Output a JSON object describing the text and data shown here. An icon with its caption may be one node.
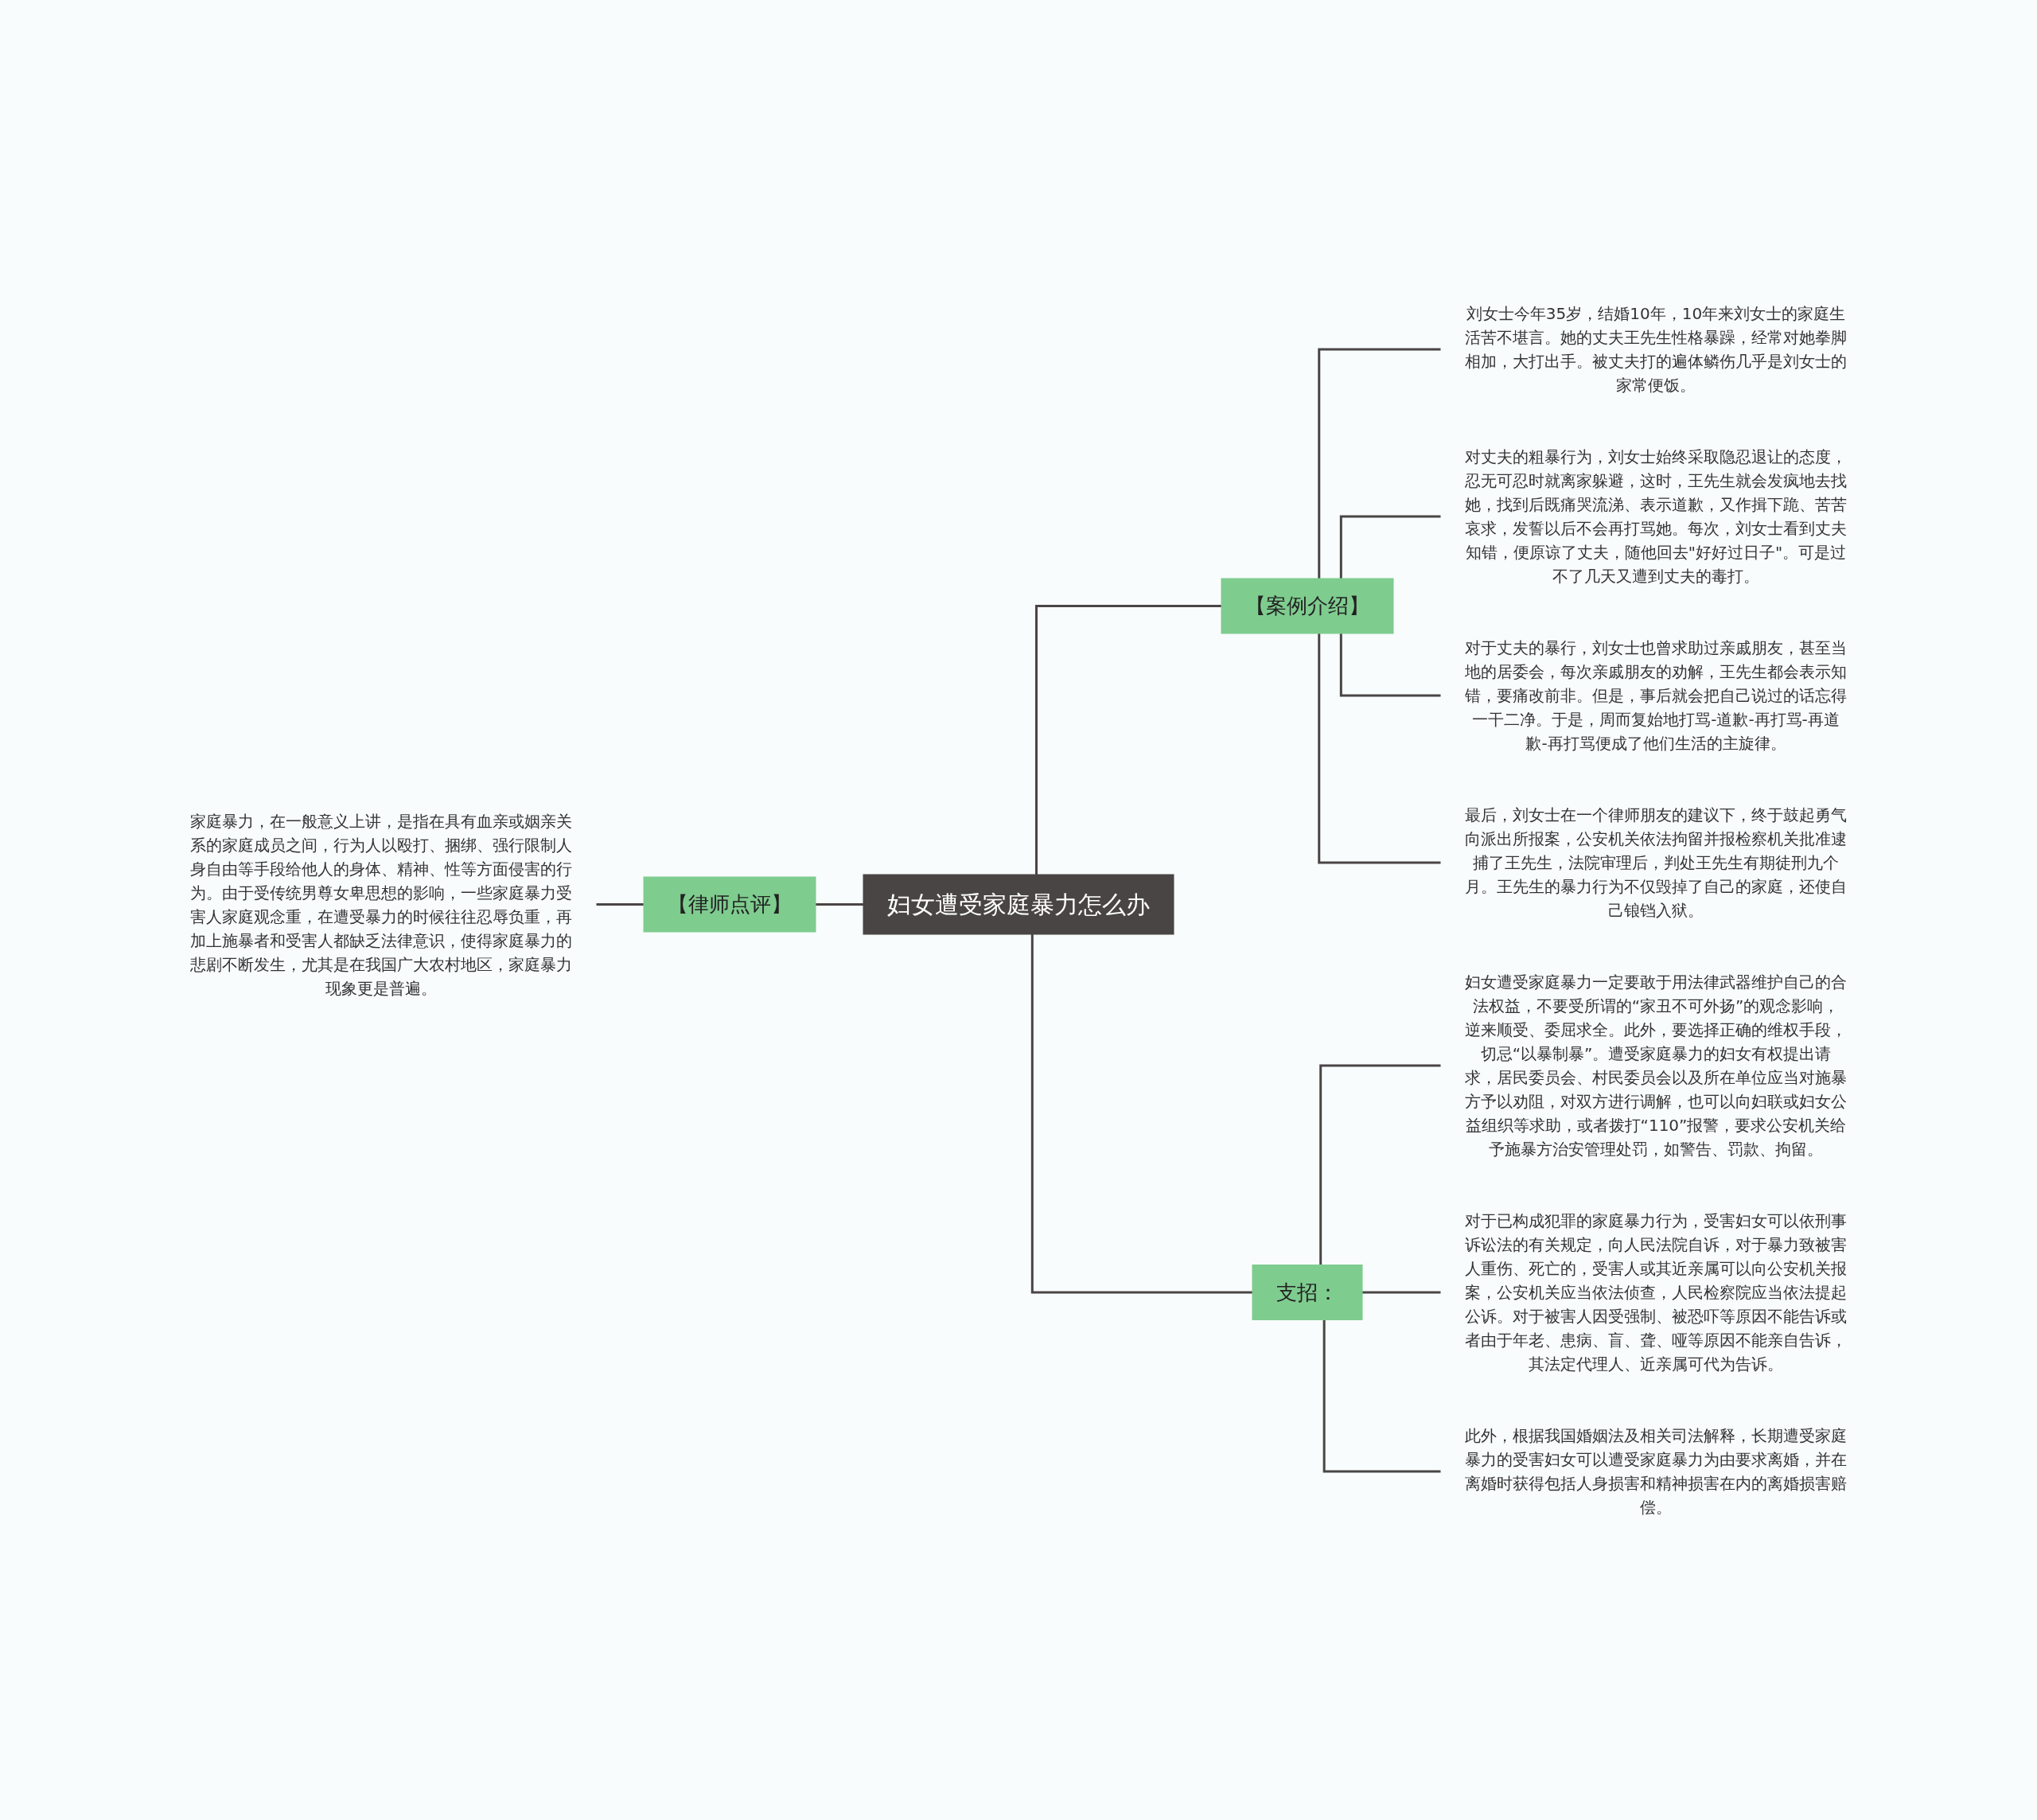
{
  "diagram": {
    "nodes": [
      {
        "text": [
          "妇女遭受家庭暴力怎么办"
        ]
      },
      {
        "text": [
          "【律师点评】"
        ]
      },
      {
        "text": [
          "家庭暴力，在一般意义上讲，是指在具有血亲或姻亲关系的家庭成员之间，行为人以殴打、捆绑、强行限制人身自由等手段给他人的身体、精神、性等方面侵害的行为。由于受传统男尊女卑思想的影响，一些家庭暴力受害人家庭观念重，在遭受暴力的时候往往忍辱负重，再加上施暴者和受害人都缺乏法律意识，使得家庭暴力的悲剧不断发生，尤其是在我国广大农村地区，家庭暴力现象更是普遍。"
        ]
      },
      {
        "text": [
          "【案例介绍】"
        ]
      },
      {
        "text": [
          "刘女士今年35岁，结婚10年，10年来刘女士的家庭生活苦不堪言。她的丈夫王先生性格暴躁，经常对她拳脚相加，大打出手。被丈夫打的遍体鳞伤几乎是刘女士的家常便饭。"
        ]
      },
      {
        "text": [
          "对丈夫的粗暴行为，刘女士始终采取隐忍退让的态度，忍无可忍时就离家躲避，这时，王先生就会发疯地去找她，找到后既痛哭流涕、表示道歉，又作揖下跪、苦苦哀求，发誓以后不会再打骂她。每次，刘女士看到丈夫知错，便原谅了丈夫，随他回去\"好好过日子\"。可是过不了几天又遭到丈夫的毒打。"
        ]
      },
      {
        "text": [
          "对于丈夫的暴行，刘女士也曾求助过亲戚朋友，甚至当地的居委会，每次亲戚朋友的劝解，王先生都会表示知错，要痛改前非。但是，事后就会把自己说过的话忘得一干二净。于是，周而复始地打骂-道歉-再打骂-再道歉-再打骂便成了他们生活的主旋律。"
        ]
      },
      {
        "text": [
          "最后，刘女士在一个律师朋友的建议下，终于鼓起勇气向派出所报案，公安机关依法拘留并报检察机关批准逮捕了王先生，法院审理后，判处王先生有期徒刑九个月。王先生的暴力行为不仅毁掉了自己的家庭，还使自己锒铛入狱。"
        ]
      },
      {
        "text": [
          "支招："
        ]
      },
      {
        "text": [
          "妇女遭受家庭暴力一定要敢于用法律武器维护自己的合法权益，不要受所谓的“家丑不可外扬”的观念影响，逆来顺受、委屈求全。此外，要选择正确的维权手段，切忌“以暴制暴”。遭受家庭暴力的妇女有权提出请求，居民委员会、村民委员会以及所在单位应当对施暴方予以劝阻，对双方进行调解，也可以向妇联或妇女公益组织等求助，或者拨打“110”报警，要求公安机关给予施暴方治安管理处罚，如警告、罚款、拘留。"
        ]
      },
      {
        "text": [
          "对于已构成犯罪的家庭暴力行为，受害妇女可以依刑事诉讼法的有关规定，向人民法院自诉，对于暴力致被害人重伤、死亡的，受害人或其近亲属可以向公安机关报案，公安机关应当依法侦查，人民检察院应当依法提起公诉。对于被害人因受强制、被恐吓等原因不能告诉或者由于年老、患病、盲、聋、哑等原因不能亲自告诉，其法定代理人、近亲属可代为告诉。"
        ]
      },
      {
        "text": [
          "此外，根据我国婚姻法及相关司法解释，长期遭受家庭暴力的受害妇女可以遭受家庭暴力为由要求离婚，并在离婚时获得包括人身损害和精神损害在内的离婚损害赔偿。"
        ]
      }
    ],
    "edges": [
      {
        "from": 0,
        "to": 1,
        "arrow": "none"
      },
      {
        "from": 1,
        "to": 2,
        "arrow": "none"
      },
      {
        "from": 0,
        "to": 3,
        "arrow": "none"
      },
      {
        "from": 3,
        "to": 4,
        "arrow": "none"
      },
      {
        "from": 3,
        "to": 5,
        "arrow": "none"
      },
      {
        "from": 3,
        "to": 6,
        "arrow": "none"
      },
      {
        "from": 3,
        "to": 7,
        "arrow": "none"
      },
      {
        "from": 0,
        "to": 8,
        "arrow": "none"
      },
      {
        "from": 8,
        "to": 9,
        "arrow": "none"
      },
      {
        "from": 8,
        "to": 10,
        "arrow": "none"
      },
      {
        "from": 8,
        "to": 11,
        "arrow": "none"
      }
    ]
  }
}
